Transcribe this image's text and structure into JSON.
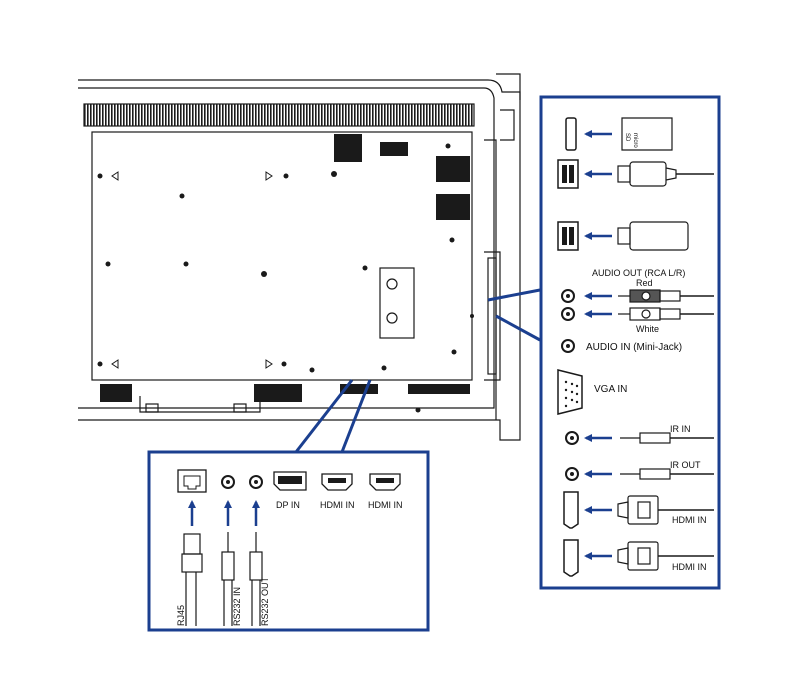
{
  "colors": {
    "frame": "#1b3f8f",
    "arrow": "#1b3f8f",
    "line": "#1a1a1a",
    "panel": "#ffffff"
  },
  "right_panel": {
    "micro_sd_label_1": "micro",
    "micro_sd_label_2": "SD",
    "audio_out_label": "AUDIO OUT (RCA L/R)",
    "red_label": "Red",
    "white_label": "White",
    "audio_in_label": "AUDIO IN (Mini-Jack)",
    "vga_in_label": "VGA IN",
    "ir_in_label": "IR IN",
    "ir_out_label": "IR OUT",
    "hdmi_in_1_label": "HDMI IN",
    "hdmi_in_2_label": "HDMI IN"
  },
  "bottom_panel": {
    "dp_in_label": "DP IN",
    "hdmi_in_a_label": "HDMI IN",
    "hdmi_in_b_label": "HDMI IN",
    "rj45_label": "RJ45",
    "rs232_in_label": "RS232 IN",
    "rs232_out_label": "RS232 OUT"
  },
  "icons": [
    "microsd-card-icon",
    "usb-a-port-icon",
    "usb-cable-icon",
    "usb-stick-icon",
    "rca-jack-icon",
    "mini-jack-icon",
    "vga-port-icon",
    "hdmi-port-icon",
    "hdmi-plug-icon",
    "displayport-icon",
    "rj45-port-icon",
    "rj45-plug-icon",
    "arrow-left-icon",
    "arrow-up-icon"
  ]
}
